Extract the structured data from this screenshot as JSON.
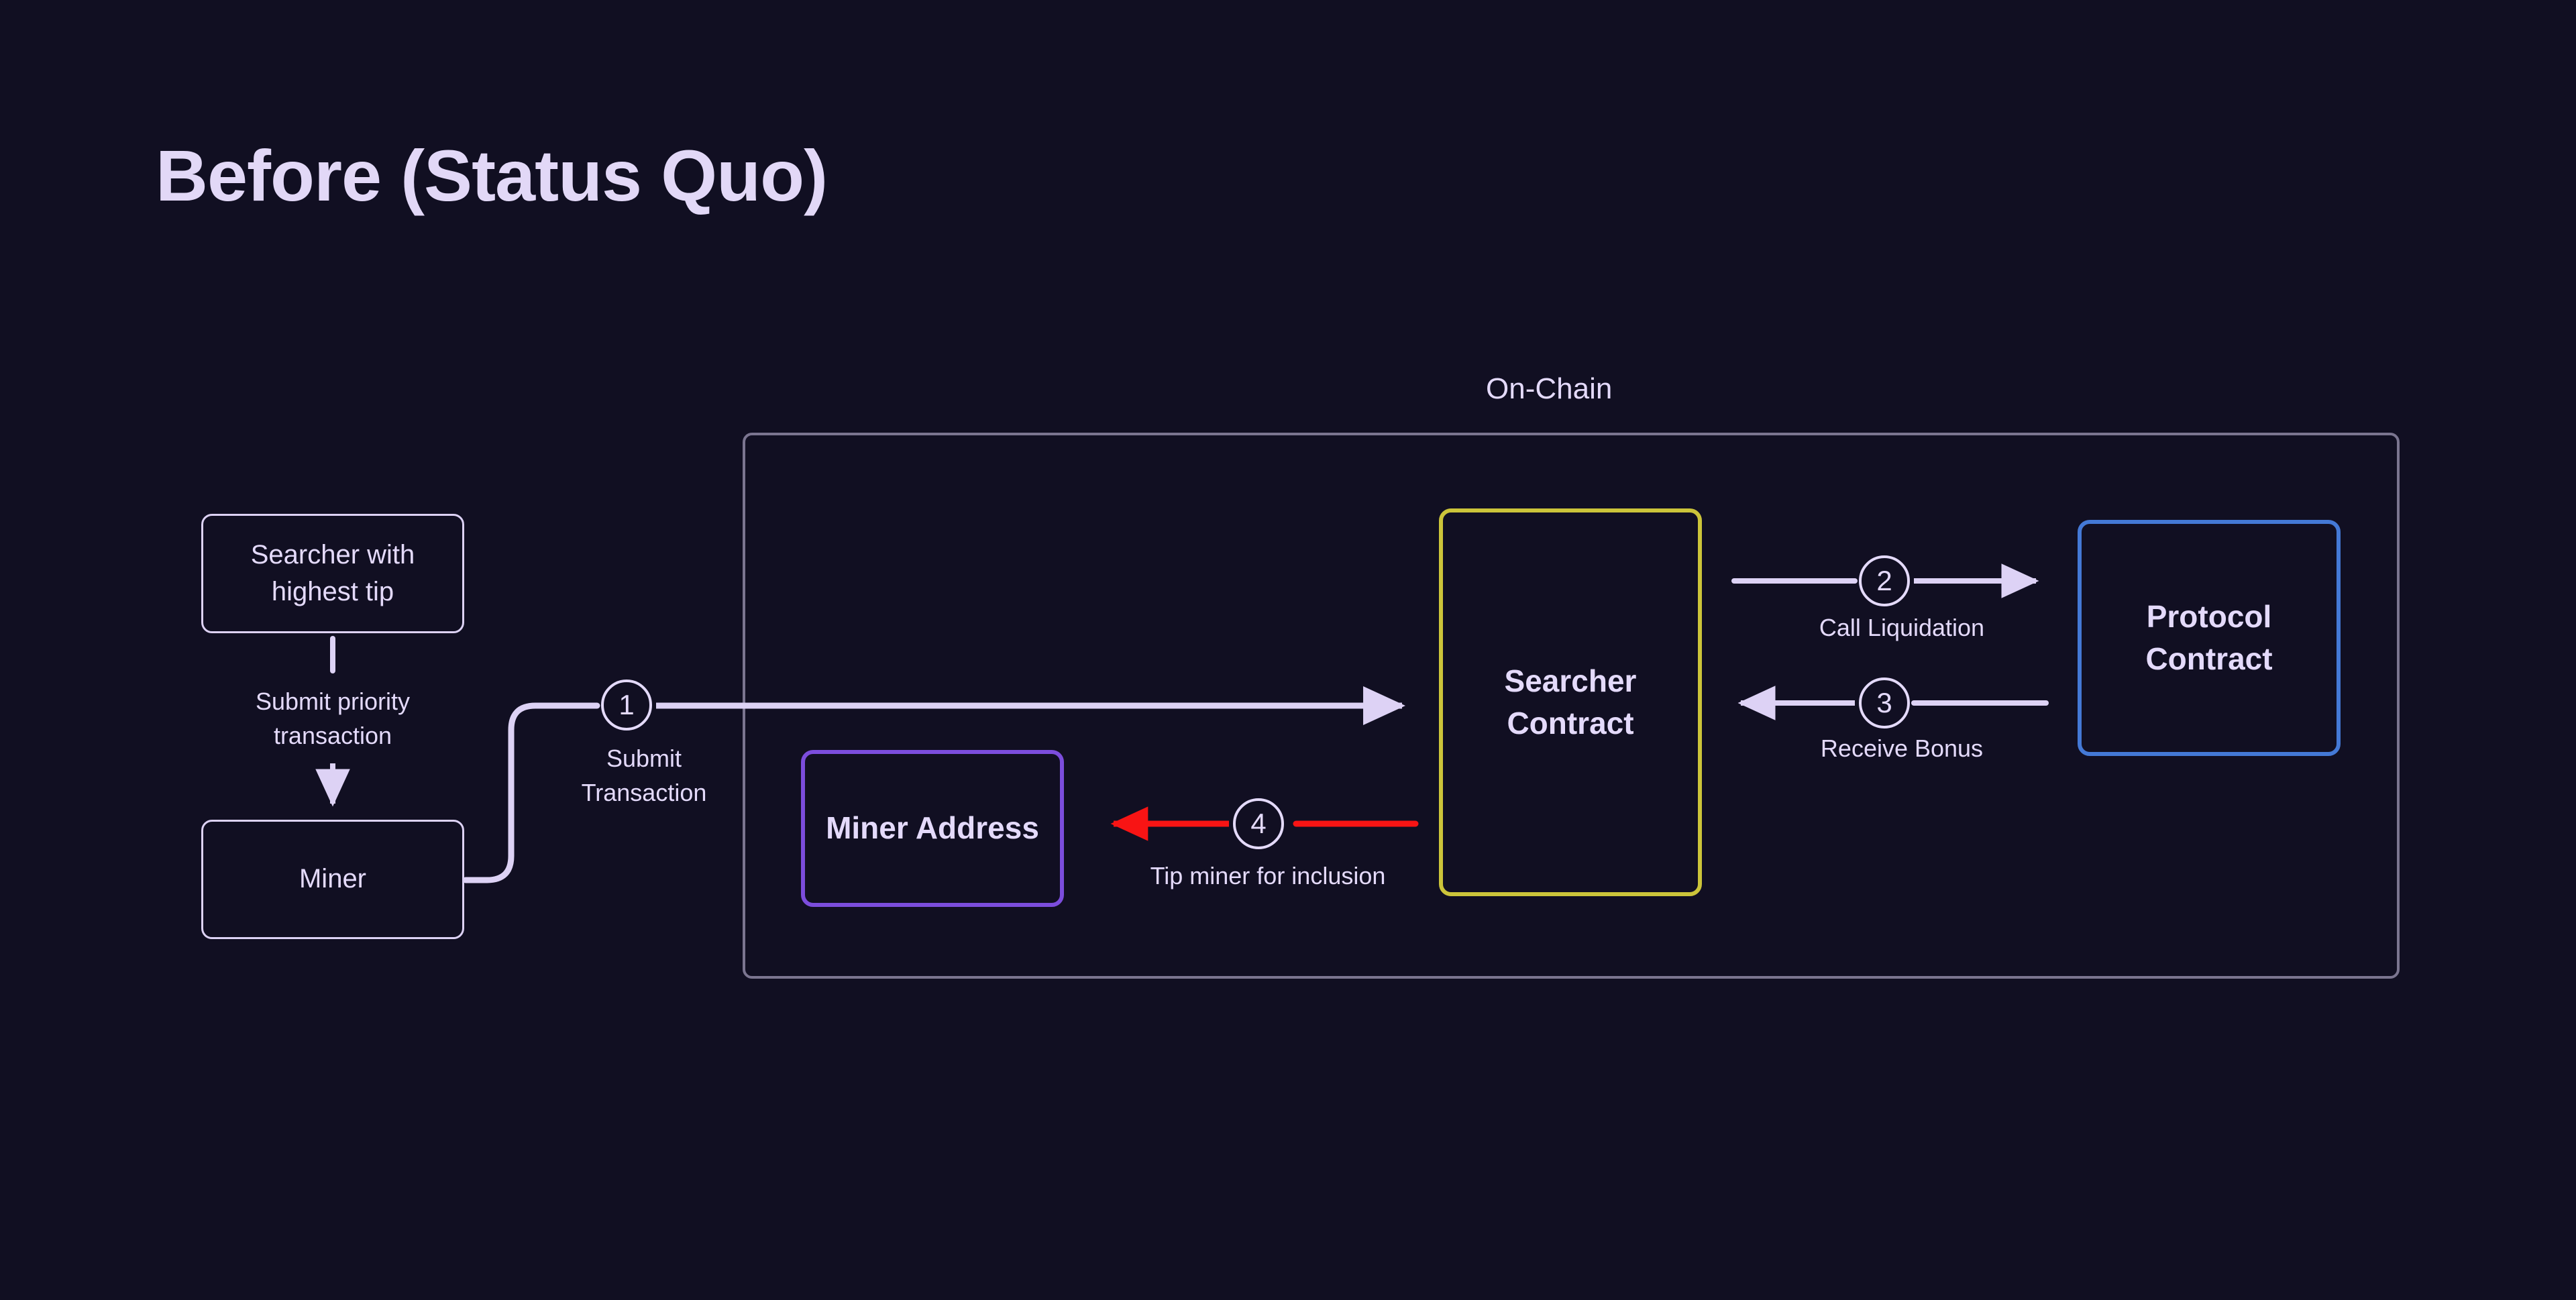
{
  "page": {
    "title": "Before (Status Quo)",
    "background_color": "#110f22",
    "text_color": "#e4dafb"
  },
  "onchain": {
    "title": "On-Chain",
    "border_color": "#7b7590"
  },
  "nodes": [
    {
      "id": "searcher-with-highest-tip",
      "label": "Searcher with\nhighest tip",
      "border_color": "#ddd2f5",
      "style": "thin"
    },
    {
      "id": "miner",
      "label": "Miner",
      "border_color": "#ddd2f5",
      "style": "thin"
    },
    {
      "id": "miner-address",
      "label": "Miner\nAddress",
      "border_color": "#7c4ddd",
      "style": "accent"
    },
    {
      "id": "searcher-contract",
      "label": "Searcher\nContract",
      "border_color": "#ccc43a",
      "style": "accent"
    },
    {
      "id": "protocol-contract",
      "label": "Protocol\nContract",
      "border_color": "#4479d6",
      "style": "accent"
    }
  ],
  "edges": [
    {
      "id": "submit-priority-transaction",
      "label": "Submit priority\ntransaction",
      "from": "searcher-with-highest-tip",
      "to": "miner",
      "color": "#ddd2f5",
      "step": null
    },
    {
      "id": "submit-transaction",
      "label": "Submit\nTransaction",
      "from": "miner",
      "to": "searcher-contract",
      "color": "#ddd2f5",
      "step": "1"
    },
    {
      "id": "call-liquidation",
      "label": "Call Liquidation",
      "from": "searcher-contract",
      "to": "protocol-contract",
      "color": "#ddd2f5",
      "step": "2"
    },
    {
      "id": "receive-bonus",
      "label": "Receive Bonus",
      "from": "protocol-contract",
      "to": "searcher-contract",
      "color": "#ddd2f5",
      "step": "3"
    },
    {
      "id": "tip-miner-for-inclusion",
      "label": "Tip miner for inclusion",
      "from": "searcher-contract",
      "to": "miner-address",
      "color": "#f81414",
      "step": "4"
    }
  ],
  "steps": {
    "one": "1",
    "two": "2",
    "three": "3",
    "four": "4"
  },
  "colors": {
    "lavender": "#e4dafb",
    "lavender_border": "#ddd2f5",
    "yellow": "#ccc43a",
    "blue": "#4479d6",
    "purple": "#7c4ddd",
    "red": "#f81414",
    "container_gray": "#7b7590",
    "background": "#110f22"
  }
}
